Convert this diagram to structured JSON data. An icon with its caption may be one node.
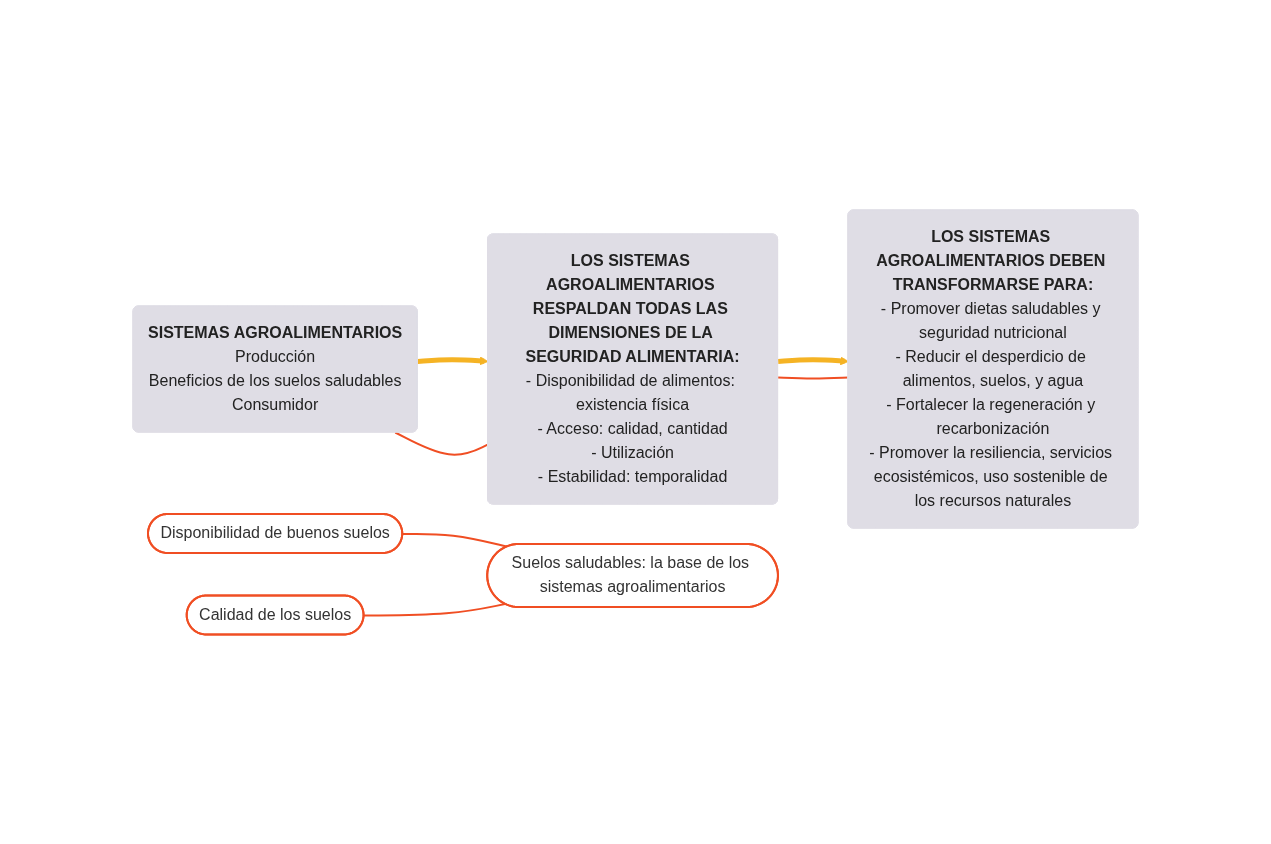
{
  "diagram": {
    "nodes": [
      {
        "text": [
          "SISTEMAS AGROALIMENTARIOS",
          "Producción",
          "Beneficios de los suelos saludables",
          "Consumidor"
        ]
      },
      {
        "text": [
          "LOS SISTEMAS AGROALIMENTARIOS RESPALDAN TODAS LAS DIMENSIONES DE LA SEGURIDAD ALIMENTARIA:",
          "- Disponibilidad de alimentos: existencia física",
          "- Acceso: calidad, cantidad",
          "- Utilización",
          "- Estabilidad: temporalidad"
        ]
      },
      {
        "text": [
          "LOS SISTEMAS AGROALIMENTARIOS DEBEN TRANSFORMARSE PARA:",
          "- Promover dietas saludables y seguridad nutricional",
          "- Reducir el desperdicio de alimentos, suelos, y agua",
          "- Fortalecer la regeneración y recarbonización",
          "- Promover la resiliencia, servicios ecosistémicos, uso sostenible de los recursos naturales"
        ]
      },
      {
        "text": [
          "Disponibilidad de buenos suelos"
        ]
      },
      {
        "text": [
          "Calidad de los suelos"
        ]
      },
      {
        "text": [
          "Suelos saludables: la base de los sistemas agroalimentarios"
        ]
      }
    ],
    "edges": [
      {
        "from": 0,
        "to": 1,
        "arrow": "to",
        "style": "thick",
        "color": "#f5b324"
      },
      {
        "from": 1,
        "to": 2,
        "arrow": "to",
        "style": "thick",
        "color": "#f5b324"
      },
      {
        "from": 0,
        "to": 1,
        "arrow": "none"
      },
      {
        "from": 2,
        "to": 1,
        "arrow": "none"
      },
      {
        "from": 3,
        "to": 5,
        "arrow": "none"
      },
      {
        "from": 4,
        "to": 5,
        "arrow": "none"
      }
    ]
  }
}
